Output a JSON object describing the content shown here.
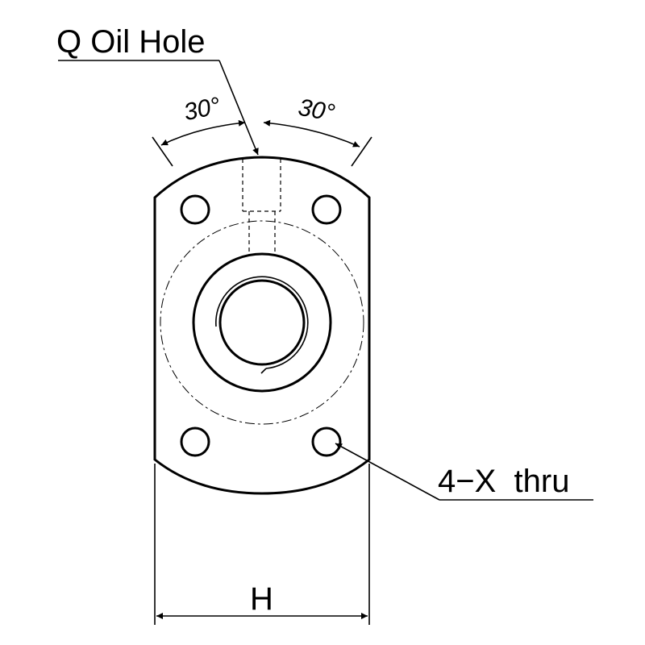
{
  "labels": {
    "oil_hole": "Q Oil Hole",
    "angle_left": "30°",
    "angle_right": "30°",
    "holes": "4−X  thru",
    "width": "H"
  }
}
